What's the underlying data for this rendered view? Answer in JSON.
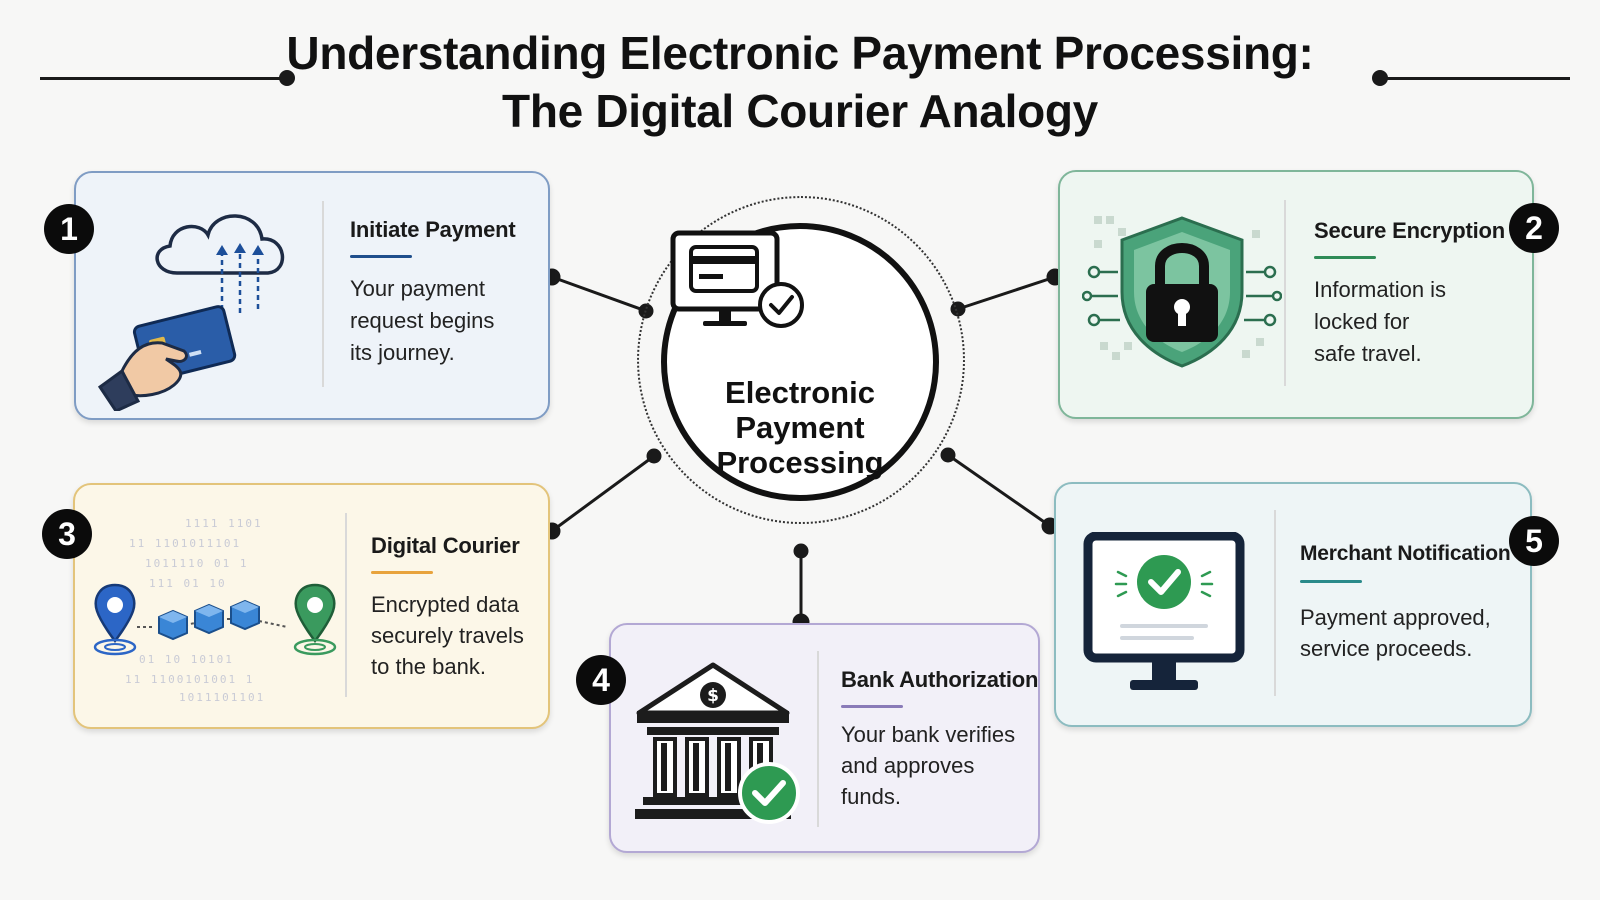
{
  "title": {
    "line1": "Understanding Electronic Payment Processing:",
    "line2": "The Digital Courier Analogy"
  },
  "hub": {
    "lines": [
      "Electronic",
      "Payment",
      "Processing"
    ],
    "icon": "computer-card-checkmark-icon"
  },
  "steps": [
    {
      "number": "1",
      "title": "Initiate Payment",
      "description": [
        "Your payment",
        "request begins",
        "its journey."
      ],
      "icon": "hand-credit-card-cloud-icon",
      "accent": "#1f4e8c"
    },
    {
      "number": "2",
      "title": "Secure Encryption",
      "description": [
        "Information is",
        "locked for",
        "safe travel."
      ],
      "icon": "shield-padlock-icon",
      "accent": "#2e8b57"
    },
    {
      "number": "3",
      "title": "Digital Courier",
      "description": [
        "Encrypted data",
        "securely travels",
        "to the bank."
      ],
      "icon": "location-pins-data-blocks-icon",
      "accent": "#e8a33c"
    },
    {
      "number": "4",
      "title": "Bank Authorization",
      "description": [
        "Your bank verifies",
        "and approves",
        "funds."
      ],
      "icon": "bank-checkmark-icon",
      "accent": "#8a7bb8"
    },
    {
      "number": "5",
      "title": "Merchant Notification",
      "description": [
        "Payment approved,",
        "service proceeds."
      ],
      "icon": "monitor-checkmark-icon",
      "accent": "#2a8a8a"
    }
  ],
  "colors": {
    "card1_bg": "#eef3f9",
    "card1_border": "#7f9cc4",
    "card2_bg": "#eef6f1",
    "card2_border": "#7fb69a",
    "card3_bg": "#fcf7e8",
    "card3_border": "#e3c47a",
    "card4_bg": "#f2f0f8",
    "card4_border": "#b3a8d4",
    "card5_bg": "#eef5f6",
    "card5_border": "#8cbcc0"
  }
}
